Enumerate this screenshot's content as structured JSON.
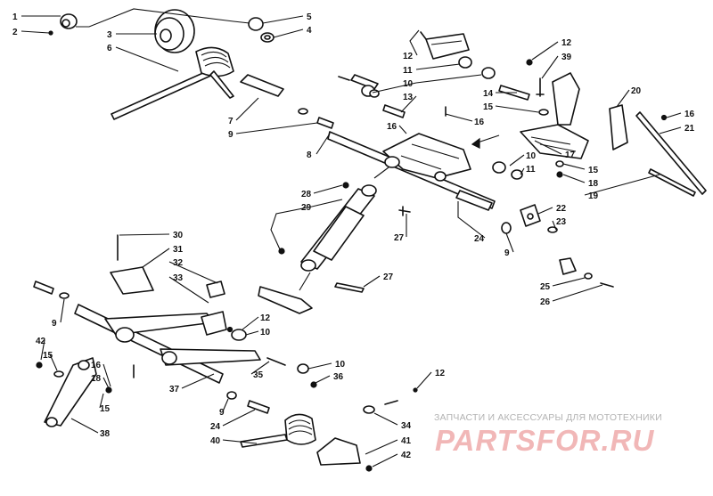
{
  "callouts": [
    {
      "text": "1"
    },
    {
      "text": "2"
    },
    {
      "text": "3"
    },
    {
      "text": "6"
    },
    {
      "text": "5"
    },
    {
      "text": "4"
    },
    {
      "text": "7"
    },
    {
      "text": "9"
    },
    {
      "text": "8"
    },
    {
      "text": "12"
    },
    {
      "text": "11"
    },
    {
      "text": "10"
    },
    {
      "text": "13"
    },
    {
      "text": "12"
    },
    {
      "text": "39"
    },
    {
      "text": "14"
    },
    {
      "text": "15"
    },
    {
      "text": "16"
    },
    {
      "text": "20"
    },
    {
      "text": "16"
    },
    {
      "text": "21"
    },
    {
      "text": "16"
    },
    {
      "text": "17"
    },
    {
      "text": "10"
    },
    {
      "text": "11"
    },
    {
      "text": "15"
    },
    {
      "text": "18"
    },
    {
      "text": "19"
    },
    {
      "text": "28"
    },
    {
      "text": "29"
    },
    {
      "text": "27"
    },
    {
      "text": "22"
    },
    {
      "text": "23"
    },
    {
      "text": "24"
    },
    {
      "text": "9"
    },
    {
      "text": "30"
    },
    {
      "text": "31"
    },
    {
      "text": "32"
    },
    {
      "text": "33"
    },
    {
      "text": "27"
    },
    {
      "text": "25"
    },
    {
      "text": "26"
    },
    {
      "text": "9"
    },
    {
      "text": "12"
    },
    {
      "text": "10"
    },
    {
      "text": "42"
    },
    {
      "text": "15"
    },
    {
      "text": "16"
    },
    {
      "text": "18"
    },
    {
      "text": "35"
    },
    {
      "text": "10"
    },
    {
      "text": "36"
    },
    {
      "text": "15"
    },
    {
      "text": "37"
    },
    {
      "text": "9"
    },
    {
      "text": "12"
    },
    {
      "text": "24"
    },
    {
      "text": "38"
    },
    {
      "text": "40"
    },
    {
      "text": "34"
    },
    {
      "text": "41"
    },
    {
      "text": "42"
    }
  ],
  "watermark": {
    "caption": "ЗАПЧАСТИ И АКСЕССУАРЫ ДЛЯ МОТОТЕХНИКИ",
    "brand": "PARTSFOR.RU"
  }
}
